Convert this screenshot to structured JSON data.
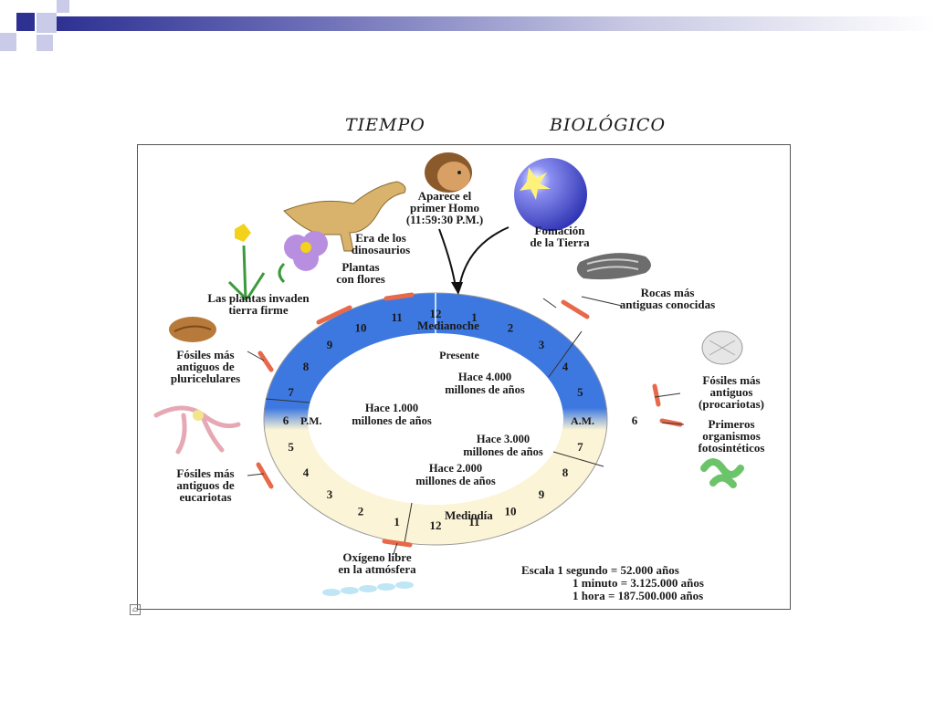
{
  "slide": {
    "title_left": "TIEMPO",
    "title_right": "BIOLÓGICO",
    "colors": {
      "night": "#3d78e0",
      "day": "#fbf4d6",
      "marker": "#e8694a",
      "header_bar": "#2e3192"
    }
  },
  "clock": {
    "center_labels": {
      "medianoche": "Medianoche",
      "mediodia": "Mediodía",
      "pm": "P.M.",
      "am": "A.M.",
      "presente": "Presente"
    },
    "numbers_night": [
      {
        "n": "12",
        "angle": 0
      },
      {
        "n": "1",
        "angle": 15
      },
      {
        "n": "2",
        "angle": 30
      },
      {
        "n": "3",
        "angle": 45
      },
      {
        "n": "4",
        "angle": 60
      },
      {
        "n": "5",
        "angle": 75
      },
      {
        "n": "6",
        "angle": 90
      },
      {
        "n": "7",
        "angle": 285
      },
      {
        "n": "8",
        "angle": 300
      },
      {
        "n": "9",
        "angle": 315
      },
      {
        "n": "10",
        "angle": 330
      },
      {
        "n": "11",
        "angle": 345
      }
    ],
    "numbers_day": [
      {
        "n": "7",
        "angle": 105
      },
      {
        "n": "8",
        "angle": 120
      },
      {
        "n": "9",
        "angle": 135
      },
      {
        "n": "10",
        "angle": 150
      },
      {
        "n": "11",
        "angle": 165
      },
      {
        "n": "12",
        "angle": 180
      },
      {
        "n": "1",
        "angle": 195
      },
      {
        "n": "2",
        "angle": 210
      },
      {
        "n": "3",
        "angle": 225
      },
      {
        "n": "4",
        "angle": 240
      },
      {
        "n": "5",
        "angle": 255
      },
      {
        "n": "6",
        "angle": 270
      }
    ],
    "inner_labels": [
      {
        "l1": "Hace 4.000",
        "l2": "millones de años"
      },
      {
        "l1": "Hace 3.000",
        "l2": "millones de años"
      },
      {
        "l1": "Hace 2.000",
        "l2": "millones de años"
      },
      {
        "l1": "Hace 1.000",
        "l2": "millones de años"
      }
    ]
  },
  "events": [
    {
      "lines": [
        "Aparece el",
        "primer Homo",
        "(11:59:30 P.M.)"
      ]
    },
    {
      "lines": [
        "Fomación",
        "de la Tierra"
      ]
    },
    {
      "lines": [
        "Era de los",
        "dinosaurios"
      ]
    },
    {
      "lines": [
        "Plantas",
        "con flores"
      ]
    },
    {
      "lines": [
        "Las plantas invaden",
        "tierra firme"
      ]
    },
    {
      "lines": [
        "Rocas más",
        "antiguas conocidas"
      ]
    },
    {
      "lines": [
        "Fósiles más",
        "antiguos de",
        "pluricelulares"
      ]
    },
    {
      "lines": [
        "Fósiles más",
        "antiguos",
        "(procariotas)"
      ]
    },
    {
      "lines": [
        "Primeros",
        "organismos",
        "fotosintéticos"
      ]
    },
    {
      "lines": [
        "Fósiles más",
        "antiguos de",
        "eucariotas"
      ]
    },
    {
      "lines": [
        "Oxígeno libre",
        "en la atmósfera"
      ]
    }
  ],
  "scale": {
    "lines": [
      "Escala 1 segundo = 52.000 años",
      "1 minuto   = 3.125.000 años",
      "1 hora = 187.500.000 años"
    ]
  }
}
